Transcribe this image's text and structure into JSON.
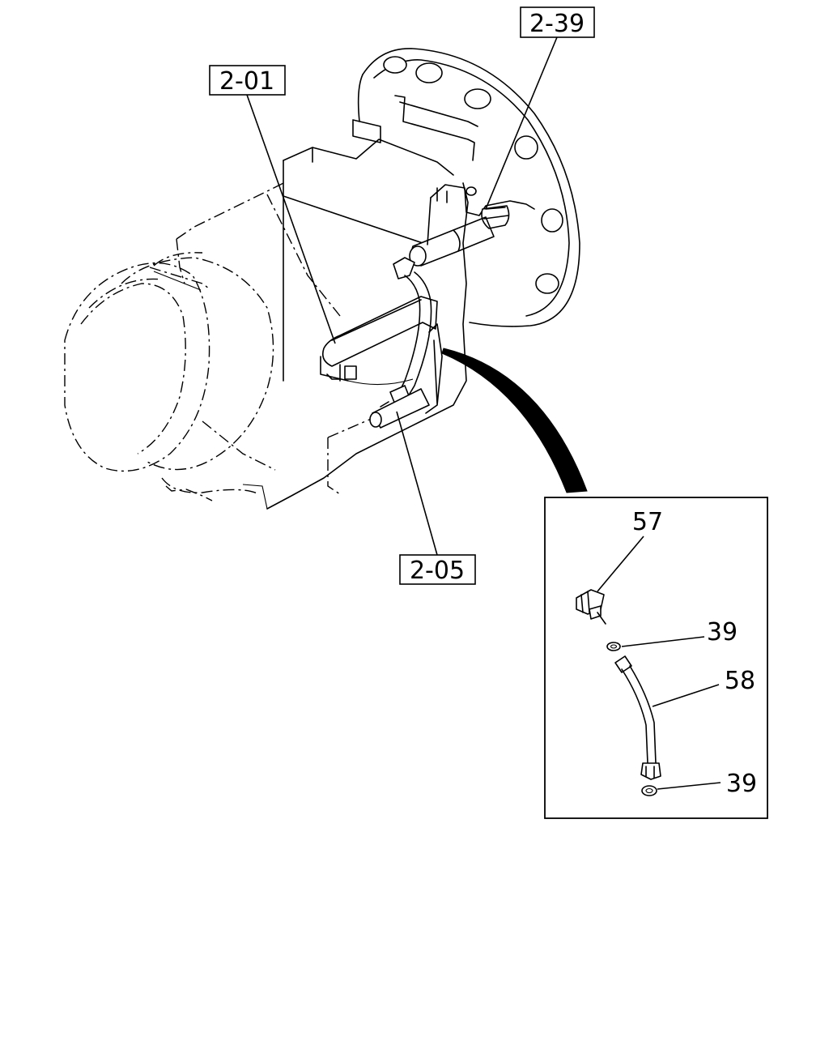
{
  "references": {
    "ref_2_39": "2-39",
    "ref_2_01": "2-01",
    "ref_2_05": "2-05"
  },
  "detail": {
    "part_57": "57",
    "part_39_upper": "39",
    "part_58": "58",
    "part_39_lower": "39"
  },
  "colors": {
    "line": "#000000",
    "background": "#ffffff"
  }
}
